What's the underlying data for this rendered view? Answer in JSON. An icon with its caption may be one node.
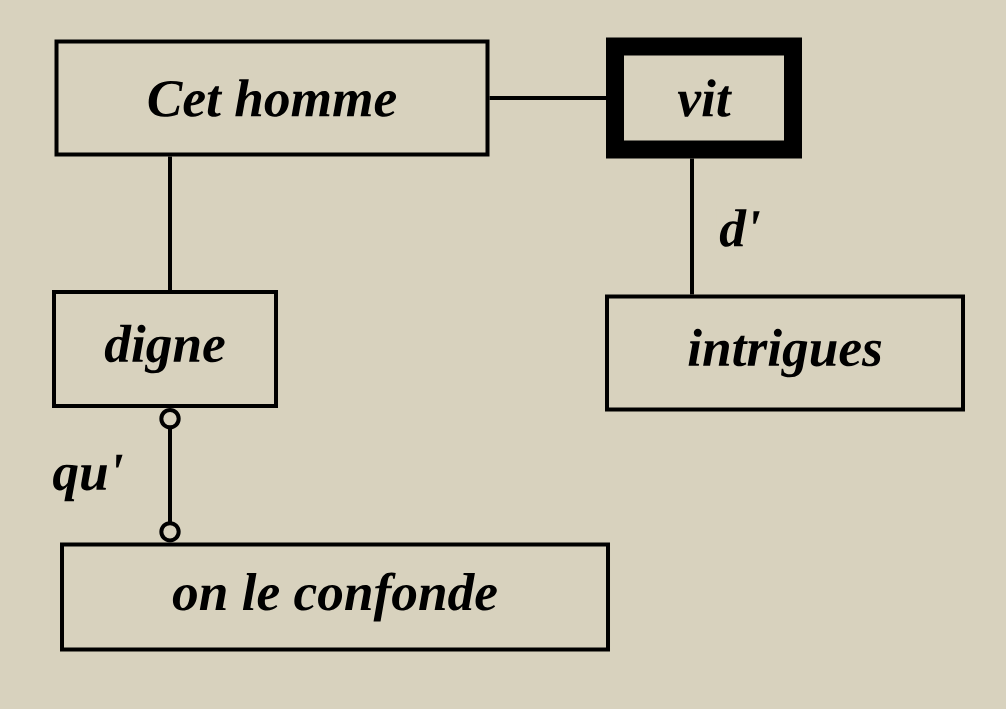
{
  "diagram": {
    "nodes": [
      {
        "text": [
          "Cet homme"
        ]
      },
      {
        "text": [
          "vit"
        ]
      },
      {
        "text": [
          "digne"
        ]
      },
      {
        "text": [
          "intrigues"
        ]
      },
      {
        "text": [
          "on le confonde"
        ]
      }
    ],
    "edges": [
      {
        "from": 0,
        "to": 1,
        "arrow": "none"
      },
      {
        "from": 1,
        "to": 3,
        "arrow": "none",
        "label": "d'"
      },
      {
        "from": 0,
        "to": 2,
        "arrow": "none"
      },
      {
        "from": 2,
        "to": 4,
        "arrow": "other",
        "label": "qu'"
      }
    ]
  }
}
